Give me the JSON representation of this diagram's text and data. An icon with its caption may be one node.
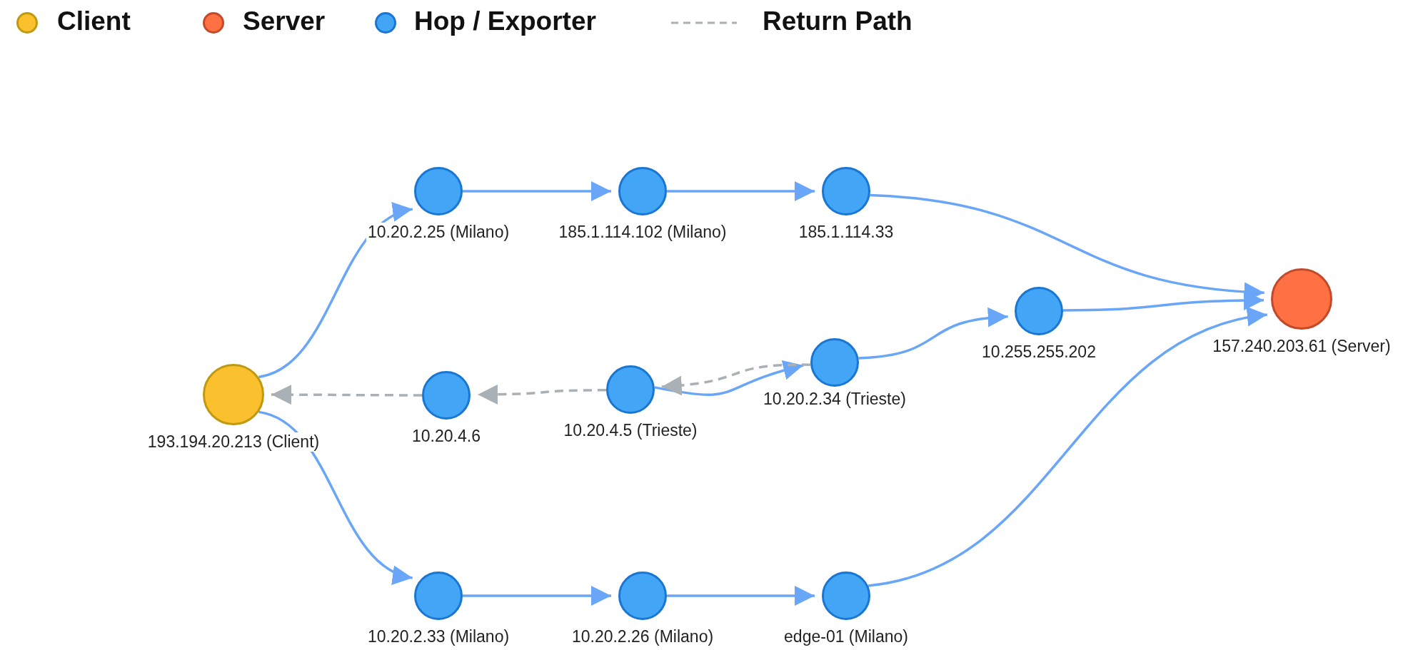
{
  "diagram": {
    "nodes": [
      {
        "text": [
          "193.194.20.213 (Client)"
        ]
      },
      {
        "text": [
          "10.20.2.25 (Milano)"
        ]
      },
      {
        "text": [
          "185.1.114.102 (Milano)"
        ]
      },
      {
        "text": [
          "185.1.114.33"
        ]
      },
      {
        "text": [
          "157.240.203.61 (Server)"
        ]
      },
      {
        "text": [
          "10.255.255.202"
        ]
      },
      {
        "text": [
          "10.20.2.34 (Trieste)"
        ]
      },
      {
        "text": [
          "10.20.4.6"
        ]
      },
      {
        "text": [
          "10.20.4.5 (Trieste)"
        ]
      },
      {
        "text": [
          "10.20.2.33 (Milano)"
        ]
      },
      {
        "text": [
          "10.20.2.26 (Milano)"
        ]
      },
      {
        "text": [
          "edge-01 (Milano)"
        ]
      }
    ],
    "edges": [
      {
        "from": 0,
        "to": 1,
        "arrow": "to"
      },
      {
        "from": 1,
        "to": 2,
        "arrow": "to"
      },
      {
        "from": 2,
        "to": 3,
        "arrow": "to"
      },
      {
        "from": 3,
        "to": 4,
        "arrow": "to"
      },
      {
        "from": 0,
        "to": 9,
        "arrow": "to"
      },
      {
        "from": 9,
        "to": 10,
        "arrow": "to"
      },
      {
        "from": 10,
        "to": 11,
        "arrow": "to"
      },
      {
        "from": 11,
        "to": 4,
        "arrow": "to"
      },
      {
        "from": 8,
        "to": 6,
        "arrow": "to"
      },
      {
        "from": 6,
        "to": 5,
        "arrow": "to"
      },
      {
        "from": 5,
        "to": 4,
        "arrow": "to"
      },
      {
        "from": 6,
        "to": 8,
        "arrow": "to",
        "style": "dashed",
        "color": "#a9b1b6"
      },
      {
        "from": 8,
        "to": 7,
        "arrow": "to",
        "style": "dashed",
        "color": "#a9b1b6"
      },
      {
        "from": 7,
        "to": 0,
        "arrow": "to",
        "style": "dashed",
        "color": "#a9b1b6"
      }
    ],
    "legend": [
      {
        "text": "Client",
        "color": "#fbc02d"
      },
      {
        "text": "Server",
        "color": "#ff7043"
      },
      {
        "text": "Hop / Exporter",
        "color": "#42a5f5"
      },
      {
        "text": "Return Path"
      }
    ]
  }
}
